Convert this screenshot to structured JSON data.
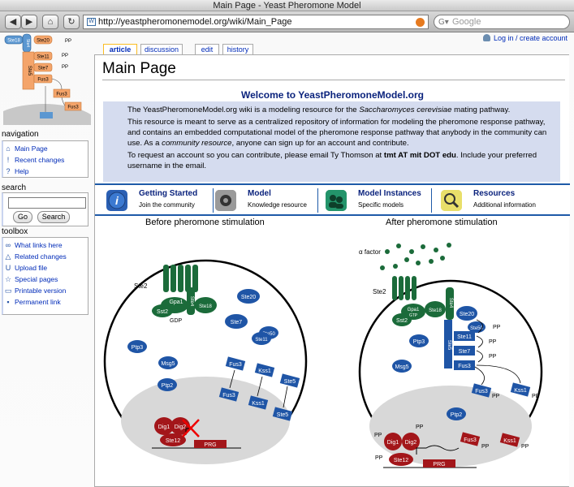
{
  "window": {
    "title": "Main Page - Yeast Pheromone Model"
  },
  "browser": {
    "url": "http://yeastpheromonemodel.org/wiki/Main_Page",
    "search_placeholder": "Google",
    "back_label": "◀",
    "forward_label": "▶",
    "home_label": "⌂",
    "reload_label": "↻"
  },
  "personal": {
    "login": "Log in / create account"
  },
  "tabs": [
    "article",
    "discussion",
    "edit",
    "history"
  ],
  "page": {
    "title": "Main Page"
  },
  "welcome": {
    "title": "Welcome to YeastPheromoneModel.org",
    "p1_a": "The YeastPheromoneModel.org wiki is a modeling resource for the ",
    "p1_em": "Saccharomyces cerevisiae",
    "p1_b": " mating pathway.",
    "p2_a": "This resource is meant to serve as a centralized repository of information for modeling the pheromone response pathway, and contains an embedded computational model of the pheromone response pathway that anybody in the community can use. As a ",
    "p2_em": "community resource",
    "p2_b": ", anyone can sign up for an account and contribute.",
    "p3_a": "To request an account so you can contribute, please email Ty Thomson at ",
    "p3_strong": "tmt AT mit DOT edu",
    "p3_b": ". Include your preferred username in the email."
  },
  "nav_strip": [
    {
      "title": "Getting Started",
      "sub": "Join the community",
      "icon": "info-icon"
    },
    {
      "title": "Model",
      "sub": "Knowledge resource",
      "icon": "gear-icon"
    },
    {
      "title": "Model Instances",
      "sub": "Specific models",
      "icon": "people-icon"
    },
    {
      "title": "Resources",
      "sub": "Additional information",
      "icon": "magnifier-icon"
    }
  ],
  "sidebar": {
    "navigation_title": "navigation",
    "navigation": [
      "Main Page",
      "Recent changes",
      "Help"
    ],
    "search_title": "search",
    "go_label": "Go",
    "search_label": "Search",
    "toolbox_title": "toolbox",
    "toolbox": [
      "What links here",
      "Related changes",
      "Upload file",
      "Special pages",
      "Printable version",
      "Permanent link"
    ]
  },
  "logo_labels": {
    "ste18": "Ste18",
    "ste4": "Ste4",
    "ste20": "Ste20",
    "ste5": "Ste5",
    "ste11": "Ste11",
    "ste7": "Ste7",
    "fus3": "Fus3",
    "pp": "PP",
    "fus3b": "Fus3",
    "fus3c": "Fus3"
  },
  "diagram": {
    "before_title": "Before pheromone stimulation",
    "after_title": "After pheromone stimulation",
    "labels": {
      "alpha_factor": "α factor",
      "ste2": "Ste2",
      "gpa1": "Gpa1",
      "sst2": "Sst2",
      "gdp": "GDP",
      "gtp": "GTP",
      "ste4": "Ste4",
      "ste18": "Ste18",
      "ste20": "Ste20",
      "ste7": "Ste7",
      "ste50": "Ste50",
      "ste11": "Ste11",
      "ptp3": "Ptp3",
      "msg5": "Msg5",
      "fus3": "Fus3",
      "kss1": "Kss1",
      "ste5": "Ste5",
      "ptp2": "Ptp2",
      "dig1": "Dig1",
      "dig2": "Dig2",
      "ste12": "Ste12",
      "prg": "PRG",
      "pp": "PP"
    }
  },
  "colors": {
    "link": "#002bb8",
    "heading_blue": "#0b237d",
    "welcome_bg": "#d5dcef",
    "rule_blue": "#1e5aa8",
    "green_protein": "#1b6b3a",
    "blue_protein": "#1f55a6",
    "red_protein": "#a3161a"
  }
}
